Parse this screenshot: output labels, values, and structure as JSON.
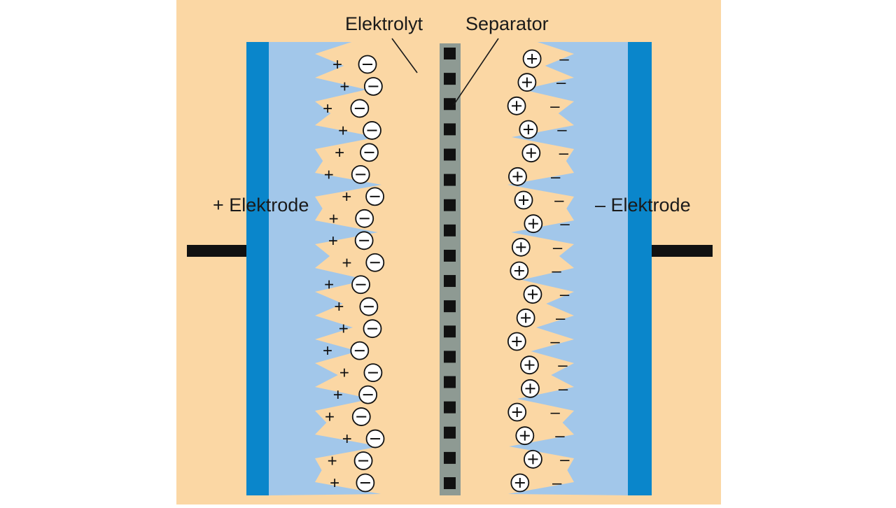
{
  "labels": {
    "electrolyte": "Elektrolyt",
    "separator": "Separator",
    "positive_electrode": "+ Elektrode",
    "negative_electrode": "– Elektrode"
  },
  "symbols": {
    "plus": "+",
    "minus": "–"
  },
  "counts": {
    "left_charge_pairs": 20,
    "right_charge_pairs": 19,
    "separator_pores": 18
  },
  "colors": {
    "background": "#fbd7a4",
    "electrode_plate": "#0a86cb",
    "electrode_material": "#a2c7ea",
    "separator_body": "#8e9a93",
    "separator_pore": "#111111",
    "lead": "#111111"
  }
}
